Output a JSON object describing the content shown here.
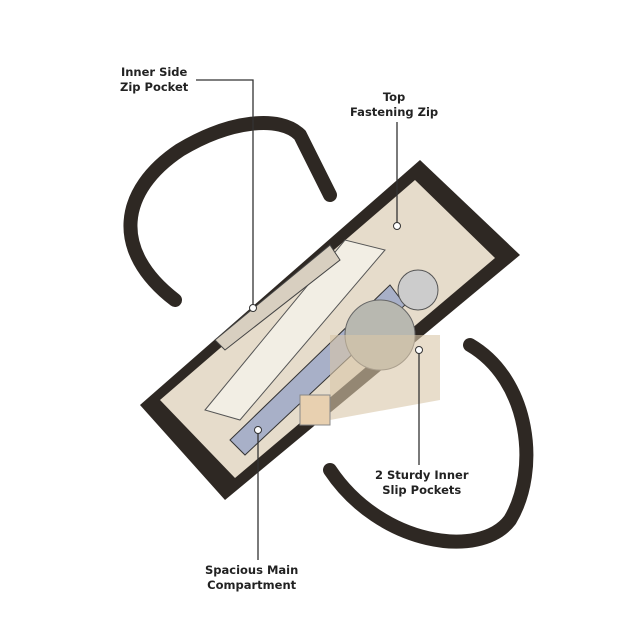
{
  "callouts": {
    "inner_side_zip": {
      "line1": "Inner Side",
      "line2": "Zip Pocket"
    },
    "top_zip": {
      "line1": "Top",
      "line2": "Fastening Zip"
    },
    "slip_pockets": {
      "line1": "2 Sturdy Inner",
      "line2": "Slip Pockets"
    },
    "main_compartment": {
      "line1": "Spacious Main",
      "line2": "Compartment"
    }
  },
  "colors": {
    "leather": "#2e2823",
    "lining": "#e6dccb",
    "text": "#222222"
  }
}
